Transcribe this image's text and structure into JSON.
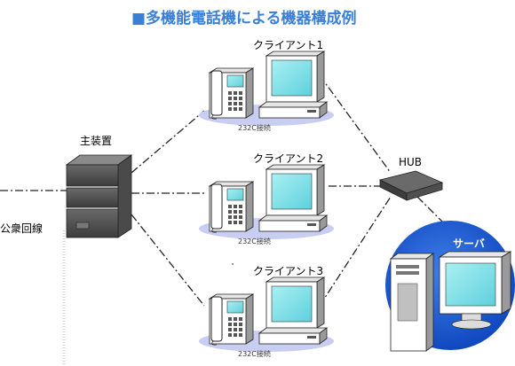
{
  "title": "■多機能電話機による機器構成例",
  "main_unit_label": "主装置",
  "public_line_label": "公衆回線",
  "hub_label": "HUB",
  "server_label": "サーバ",
  "clients": [
    {
      "label": "クライアント1",
      "connection": "232C接続"
    },
    {
      "label": "クライアント2",
      "connection": "232C接続"
    },
    {
      "label": "クライアント3",
      "connection": "232C接続"
    }
  ],
  "colors": {
    "title": "#3a7fd6",
    "screen": "#7ee0e6",
    "ellipse": "#c8cdf2",
    "server_circle": "#1e5fd6",
    "device_body": "#ffffff",
    "main_unit": "#505050"
  }
}
